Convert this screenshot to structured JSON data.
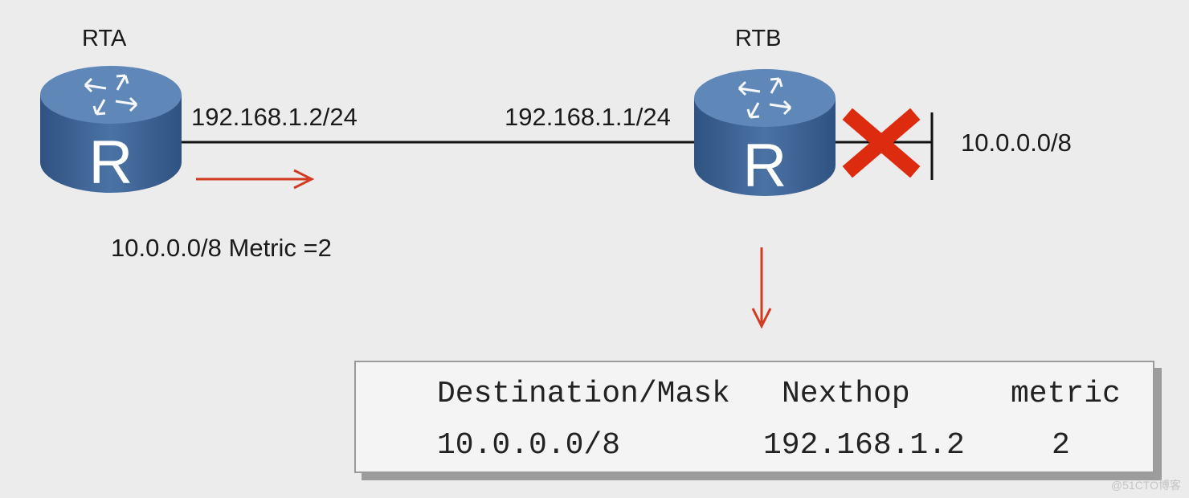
{
  "routers": {
    "rta": {
      "name": "RTA",
      "letter": "R"
    },
    "rtb": {
      "name": "RTB",
      "letter": "R"
    }
  },
  "links": {
    "rta_interface_ip": "192.168.1.2/24",
    "rtb_interface_ip": "192.168.1.1/24",
    "network": "10.0.0.0/8"
  },
  "advertisement": "10.0.0.0/8 Metric =2",
  "route_table": {
    "headers": [
      "Destination/Mask",
      "Nexthop",
      "metric"
    ],
    "rows": [
      [
        "10.0.0.0/8",
        "192.168.1.2",
        "2"
      ]
    ]
  },
  "watermark": "@51CTO博客",
  "colors": {
    "router_body": "#3f6594",
    "router_top": "#5f88b8",
    "arrow_red": "#d23a22",
    "failure_x": "#dd2b10"
  },
  "icons": {
    "link_failure": "red-x-icon",
    "router": "router-icon"
  }
}
